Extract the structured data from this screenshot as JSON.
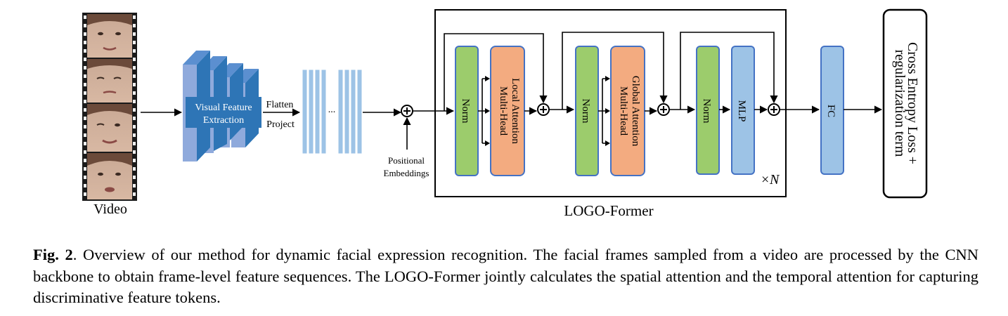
{
  "diagram": {
    "video_label": "Video",
    "backbone_label_line1": "Visual Feature",
    "backbone_label_line2": "Extraction",
    "flatten_label": "Flatten",
    "project_label": "Project",
    "ellipsis": "...",
    "pos_emb_line1": "Positional",
    "pos_emb_line2": "Embeddings",
    "block1_norm": "Norm",
    "block1_attn_line1": "Multi-Head",
    "block1_attn_line2": "Local Attention",
    "block2_norm": "Norm",
    "block2_attn_line1": "Multi-Head",
    "block2_attn_line2": "Global Attention",
    "block3_norm": "Norm",
    "block3_mlp": "MLP",
    "repeat_times": "N",
    "former_title": "LOGO-Former",
    "fc_label": "FC",
    "loss_line1": "Cross Entropy Loss +",
    "loss_line2": "regularization term"
  },
  "colors": {
    "norm_green": "#9ccc6c",
    "attn_orange": "#f3ab80",
    "blue_box": "#9dc3e6",
    "blue_border": "#4472c4",
    "backbone_dark": "#2e75b6",
    "backbone_light": "#8faadc"
  },
  "caption": {
    "figure_label": "Fig. 2",
    "text": ". Overview of our method for dynamic facial expression recognition. The facial frames sampled from a video are processed by the CNN backbone to obtain frame-level feature sequences. The LOGO-Former jointly calculates the spatial attention and the temporal attention for capturing discriminative feature tokens."
  }
}
